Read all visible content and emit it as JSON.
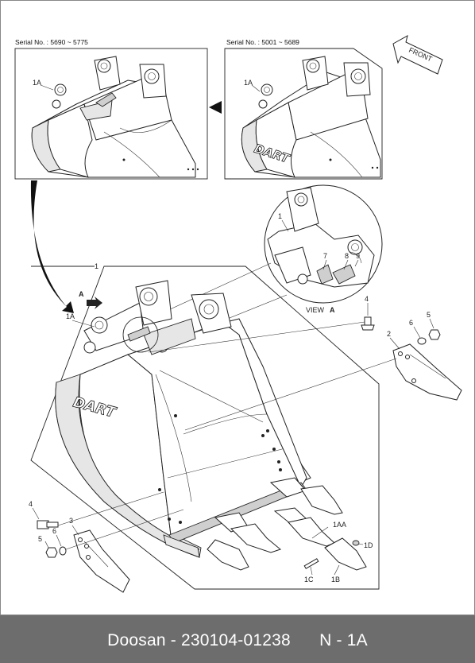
{
  "detail_left": {
    "serial": "Serial No. : 5690 ~ 5775",
    "callout": "1A"
  },
  "detail_right": {
    "serial": "Serial No. : 5001 ~ 5689",
    "callout": "1A",
    "brand": "DART"
  },
  "front_arrow": {
    "label": "FRONT"
  },
  "view_a": {
    "caption": "VIEW",
    "caption_letter": "A",
    "callouts": [
      "1",
      "7",
      "8",
      "9"
    ]
  },
  "main": {
    "brand": "DART",
    "view_marker": "A",
    "callouts": {
      "assembly": "1",
      "bucket": "1A",
      "pin_top": "4",
      "nut_top": "5",
      "washer_top": "6",
      "side_cutter_right": "2",
      "side_cutter_left": "3",
      "pin_left": "4",
      "nut_left": "5",
      "washer_left": "6",
      "adapter": "1AA",
      "tooth": "1B",
      "pin": "1C",
      "lock": "1D"
    }
  },
  "footer": {
    "text": "Doosan - 230104-01238      N - 1A"
  }
}
